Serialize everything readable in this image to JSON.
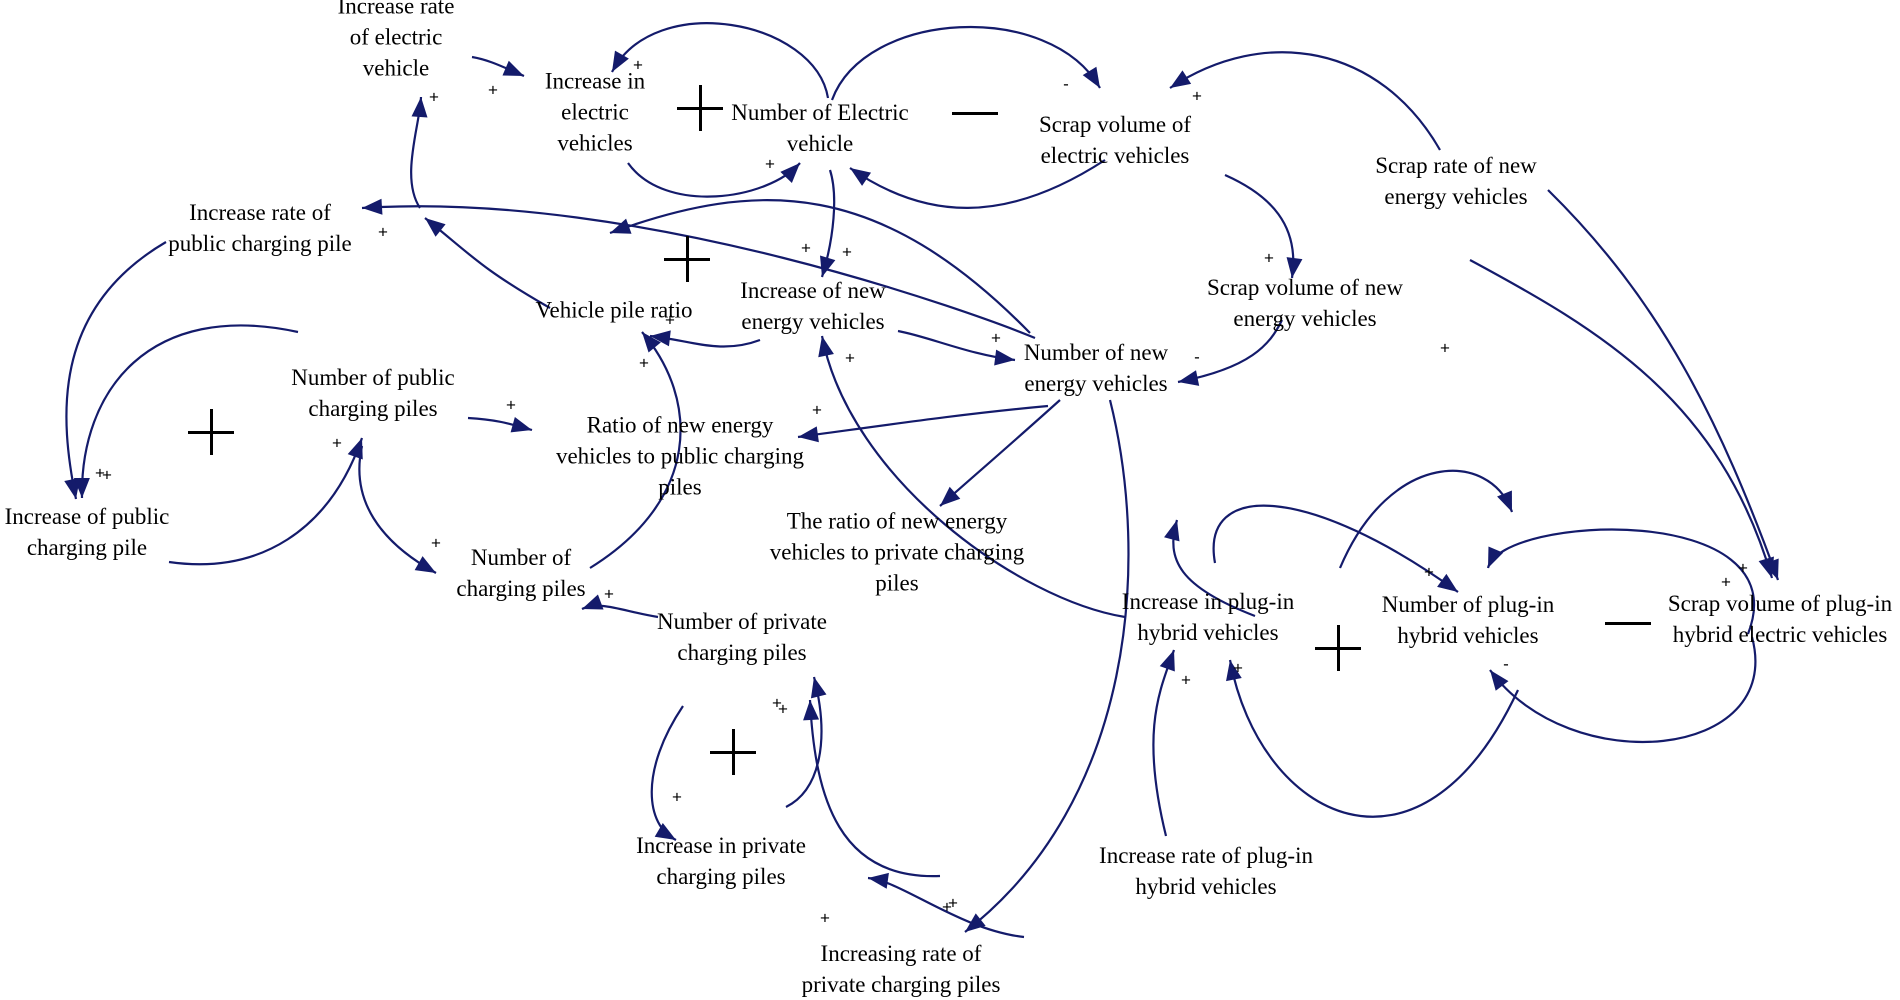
{
  "diagram": {
    "colors": {
      "arrow": "#141b6b",
      "text": "#000000"
    },
    "nodes": {
      "increase_rate_ev": "Increase rate\nof electric\nvehicle",
      "increase_in_ev": "Increase in\nelectric\nvehicles",
      "number_ev": "Number of Electric\nvehicle",
      "scrap_volume_ev": "Scrap volume of\nelectric vehicles",
      "scrap_rate_nev": "Scrap rate of new\nenergy vehicles",
      "increase_rate_public_pile": "Increase rate of\npublic charging pile",
      "vehicle_pile_ratio": "Vehicle pile ratio",
      "increase_of_nev": "Increase of new\nenergy vehicles",
      "scrap_volume_nev": "Scrap volume of new\nenergy vehicles",
      "number_public_piles": "Number of public\ncharging piles",
      "number_nev": "Number of new\nenergy vehicles",
      "ratio_nev_public": "Ratio of new energy\nvehicles to public charging\npiles",
      "increase_public_pile": "Increase of public\ncharging pile",
      "number_charging_piles": "Number of\ncharging piles",
      "ratio_nev_private": "The ratio of new energy\nvehicles to private charging\npiles",
      "increase_phev": "Increase in plug-in\nhybrid vehicles",
      "number_phev": "Number of plug-in\nhybrid vehicles",
      "scrap_volume_phev": "Scrap volume of plug-in\nhybrid electric vehicles",
      "number_private_piles": "Number of private\ncharging piles",
      "increase_private_piles": "Increase in private\ncharging piles",
      "increase_rate_phev": "Increase rate of plug-in\nhybrid vehicles",
      "increasing_rate_private": "Increasing rate of\nprivate charging piles"
    },
    "polarities": {
      "p01": "+",
      "p02": "+",
      "p03": "+",
      "p04": "+",
      "p05": "-",
      "p06": "+",
      "p07": "+",
      "p08": "+",
      "p09": "+",
      "p10": "+",
      "p11": "+",
      "p12": "-",
      "p13": "+",
      "p14": "+",
      "p15": "+",
      "p16": "+",
      "p17": "+",
      "p18": "+",
      "p19": "+",
      "p20": "+",
      "p21": "+",
      "p22": "+",
      "p23": "+",
      "p24": "+",
      "p25": "+",
      "p26": "+",
      "p27": "+",
      "p28": "+",
      "p29": "+",
      "p30": "-",
      "p31": "+",
      "p32": "+",
      "p33": "+",
      "p34": "+",
      "p35": "+"
    },
    "loops": [
      {
        "id": "ev_reinforcing",
        "polarity": "+"
      },
      {
        "id": "ev_balancing",
        "polarity": "-"
      },
      {
        "id": "nev_reinforcing",
        "polarity": "+"
      },
      {
        "id": "public_reinforcing",
        "polarity": "+"
      },
      {
        "id": "private_reinforcing",
        "polarity": "+"
      },
      {
        "id": "phev_reinforcing",
        "polarity": "+"
      },
      {
        "id": "phev_balancing",
        "polarity": "-"
      }
    ]
  }
}
